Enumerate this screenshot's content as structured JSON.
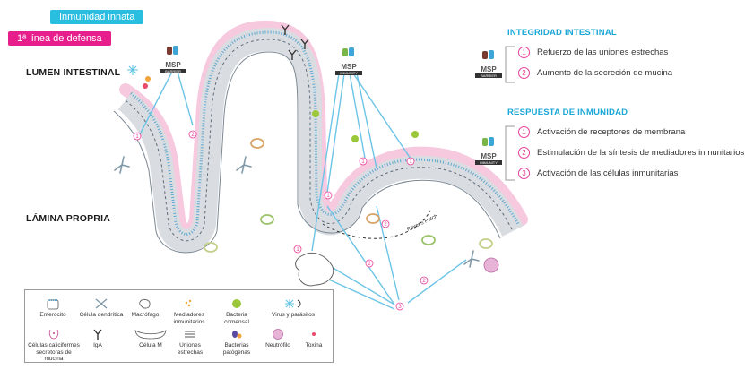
{
  "tags": {
    "innate": "Inmunidad innata",
    "first_line": "1ª línea de defensa"
  },
  "regions": {
    "lumen": "LUMEN INTESTINAL",
    "lamina": "LÁMINA PROPRIA"
  },
  "product": {
    "logo_text": "MSP",
    "variant_barrier": "BARRIER",
    "variant_immunity": "IMMUNITY"
  },
  "intestinal_integrity": {
    "title": "INTEGRIDAD INTESTINAL",
    "items": [
      {
        "num": "1",
        "label": "Refuerzo de las uniones estrechas"
      },
      {
        "num": "2",
        "label": "Aumento de la secreción de mucina"
      }
    ]
  },
  "immune_response": {
    "title": "RESPUESTA DE INMUNIDAD",
    "items": [
      {
        "num": "1",
        "label": "Activación de receptores de membrana"
      },
      {
        "num": "2",
        "label": "Estimulación de la síntesis de mediadores inmunitarios"
      },
      {
        "num": "3",
        "label": "Activación de las células inmunitarias"
      }
    ]
  },
  "diagram_labels": {
    "peyers_patch": "Peyer's Patch"
  },
  "legend": {
    "items": [
      {
        "key": "enterocyte",
        "label": "Enterocito"
      },
      {
        "key": "dendritic",
        "label": "Célula dendrítica"
      },
      {
        "key": "macrophage",
        "label": "Macrófago"
      },
      {
        "key": "mediators",
        "label": "Mediadores inmunitarios"
      },
      {
        "key": "commensal",
        "label": "Bacteria comensal"
      },
      {
        "key": "virus",
        "label": "Virus y parásitos"
      },
      {
        "key": "goblet",
        "label": "Células caliciformes secretoras de mucina"
      },
      {
        "key": "iga",
        "label": "IgA"
      },
      {
        "key": "mcell",
        "label": "Célula M"
      },
      {
        "key": "tight",
        "label": "Uniones estrechas"
      },
      {
        "key": "pathogen",
        "label": "Bacterias patógenas"
      },
      {
        "key": "neutrophil",
        "label": "Neutrófilo"
      },
      {
        "key": "toxin",
        "label": "Toxina"
      }
    ]
  },
  "colors": {
    "cyan": "#29bde0",
    "pink": "#e61f8c",
    "mucus": "#f6c9df",
    "arrow": "#6cc4e6"
  }
}
